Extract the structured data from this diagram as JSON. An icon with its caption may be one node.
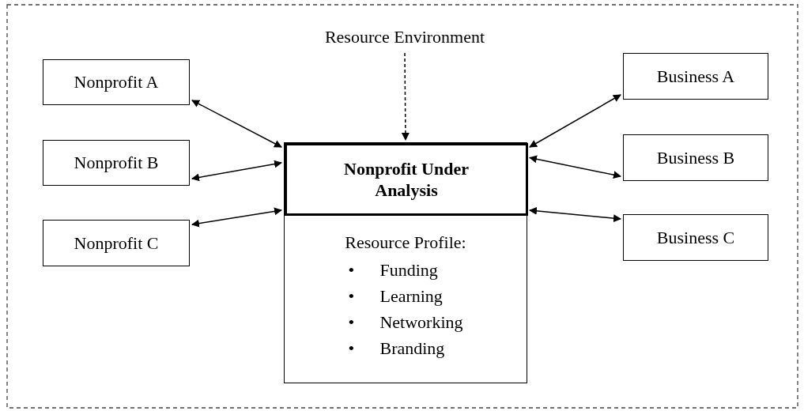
{
  "diagram": {
    "nodes": [
      {
        "text": [
          "Nonprofit A"
        ]
      },
      {
        "text": [
          "Nonprofit B"
        ]
      },
      {
        "text": [
          "Nonprofit C"
        ]
      },
      {
        "text": [
          "Resource Environment"
        ]
      },
      {
        "text": [
          "Resource Profile:",
          "Funding",
          "Learning",
          "Networking",
          "Branding"
        ]
      },
      {
        "text": [
          "Nonprofit Under Analysis"
        ],
        "in": 4
      },
      {
        "text": [
          "Business A"
        ]
      },
      {
        "text": [
          "Business B"
        ]
      },
      {
        "text": [
          "Business C"
        ]
      }
    ],
    "edges": [
      {
        "from": 0,
        "to": 5,
        "arrow": "both"
      },
      {
        "from": 1,
        "to": 5,
        "arrow": "both"
      },
      {
        "from": 2,
        "to": 5,
        "arrow": "both"
      },
      {
        "from": 3,
        "to": 5,
        "arrow": "to",
        "style": "dashed"
      },
      {
        "from": 5,
        "to": 6,
        "arrow": "both"
      },
      {
        "from": 5,
        "to": 7,
        "arrow": "both"
      },
      {
        "from": 5,
        "to": 8,
        "arrow": "both"
      }
    ],
    "labels": [
      "•",
      "•",
      "•",
      "•"
    ]
  }
}
